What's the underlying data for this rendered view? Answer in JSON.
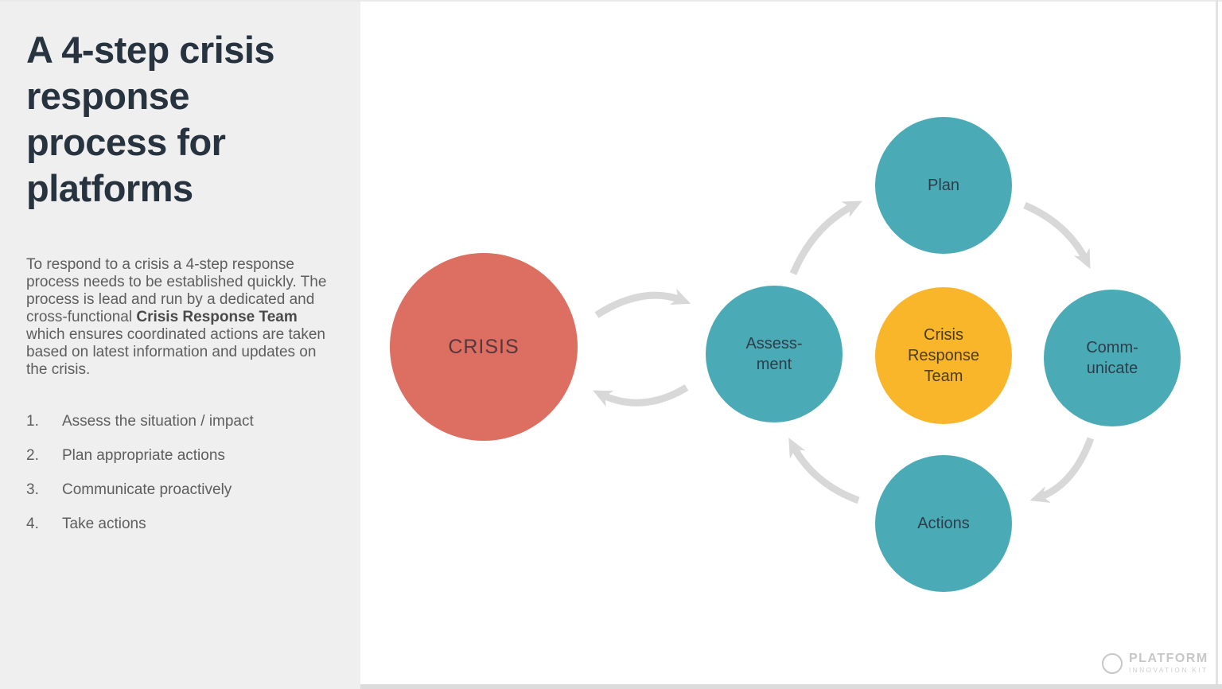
{
  "colors": {
    "panel-bg": "#efefef",
    "title-color": "#27333f",
    "body-text": "#5e5e5e",
    "red": "#dd6e62",
    "teal": "#4aabb7",
    "yellow": "#f9b62b",
    "arrow": "#d8d8d8",
    "label-dark": "#2e3d4a",
    "crisis-label": "#55383d",
    "yellow-label": "#4c3c15",
    "logo-gray": "#c7c7c7"
  },
  "sidebar": {
    "title": "A 4-step crisis\nresponse\nprocess for\nplatforms",
    "intro": {
      "part1": "To respond to a crisis a 4-step response process needs to be established quickly. The process is lead and run by a dedicated and cross-functional ",
      "bold": "Crisis Response Team",
      "part2": " which ensures coordinated actions are taken based on latest information and updates on the crisis."
    },
    "steps": [
      {
        "num": "1.",
        "text": "Assess the situation / impact"
      },
      {
        "num": "2.",
        "text": "Plan appropriate actions"
      },
      {
        "num": "3.",
        "text": "Communicate proactively"
      },
      {
        "num": "4.",
        "text": "Take actions"
      }
    ]
  },
  "diagram": {
    "crisis": "CRISIS",
    "assessment": "Assess-\nment",
    "plan": "Plan",
    "team": "Crisis\nResponse\nTeam",
    "communicate": "Comm-\nunicate",
    "actions": "Actions"
  },
  "footer": {
    "brand_top": "PLATFORM",
    "brand_bottom": "INNOVATION KIT"
  }
}
